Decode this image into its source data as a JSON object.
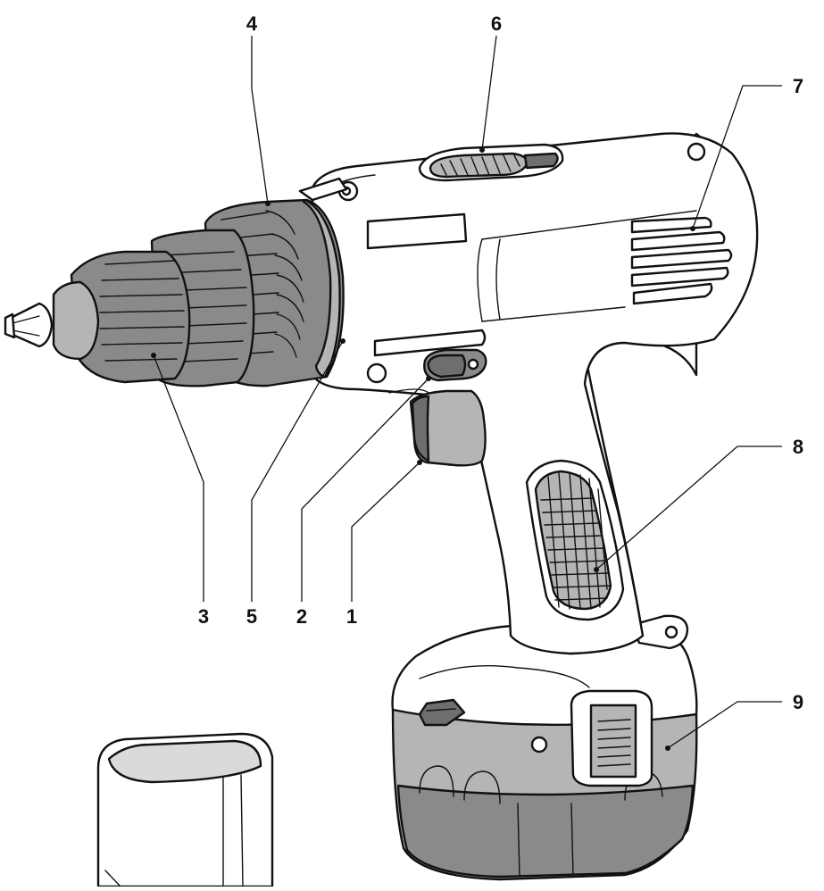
{
  "colors": {
    "outline": "#111111",
    "body": "#ffffff",
    "chuck_grey": "#8a8a8a",
    "dark_grey": "#6e6e6e",
    "light_grey": "#b5b5b5"
  },
  "callouts": [
    {
      "id": "1",
      "label": "1"
    },
    {
      "id": "2",
      "label": "2"
    },
    {
      "id": "3",
      "label": "3"
    },
    {
      "id": "4",
      "label": "4"
    },
    {
      "id": "5",
      "label": "5"
    },
    {
      "id": "6",
      "label": "6"
    },
    {
      "id": "7",
      "label": "7"
    },
    {
      "id": "8",
      "label": "8"
    },
    {
      "id": "9",
      "label": "9"
    }
  ]
}
